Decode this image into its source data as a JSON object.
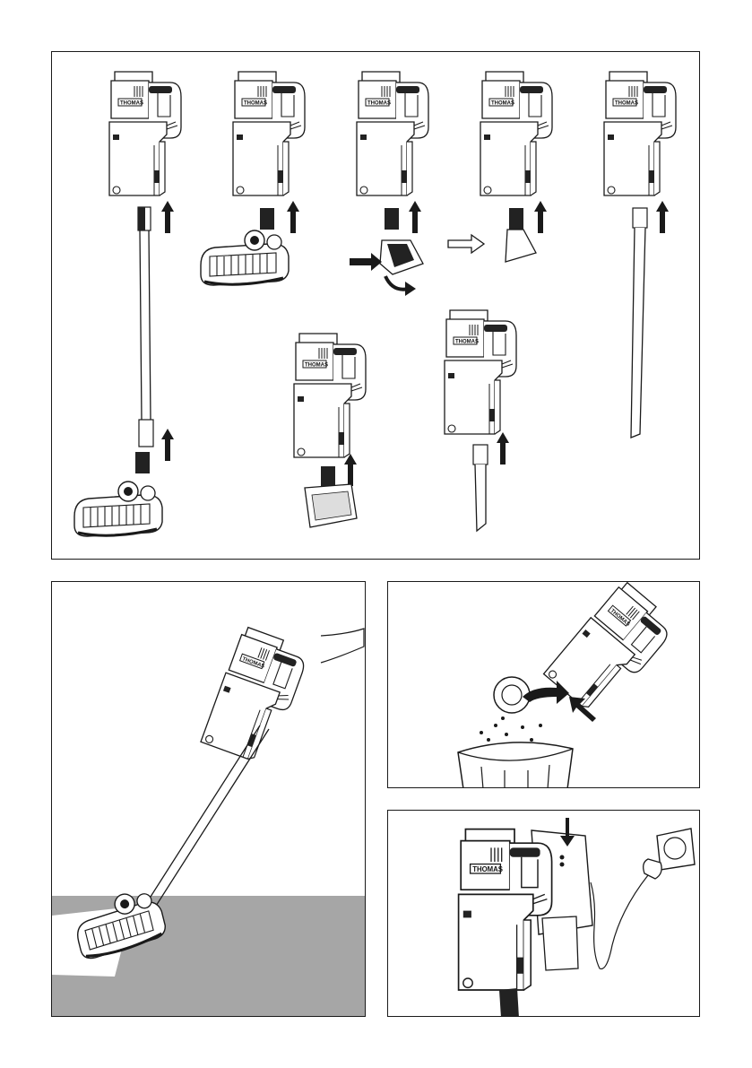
{
  "brand_label": "THOMAS",
  "panels": {
    "assembly": {
      "name": "assembly-panel"
    },
    "floor_use": {
      "name": "floor-cleaning-panel"
    },
    "emptying": {
      "name": "dust-container-emptying-panel"
    },
    "charging": {
      "name": "charging-panel"
    }
  },
  "colors": {
    "line": "#1a1a1a",
    "floor": "#a6a6a6",
    "arrow": "#1a1a1a"
  }
}
